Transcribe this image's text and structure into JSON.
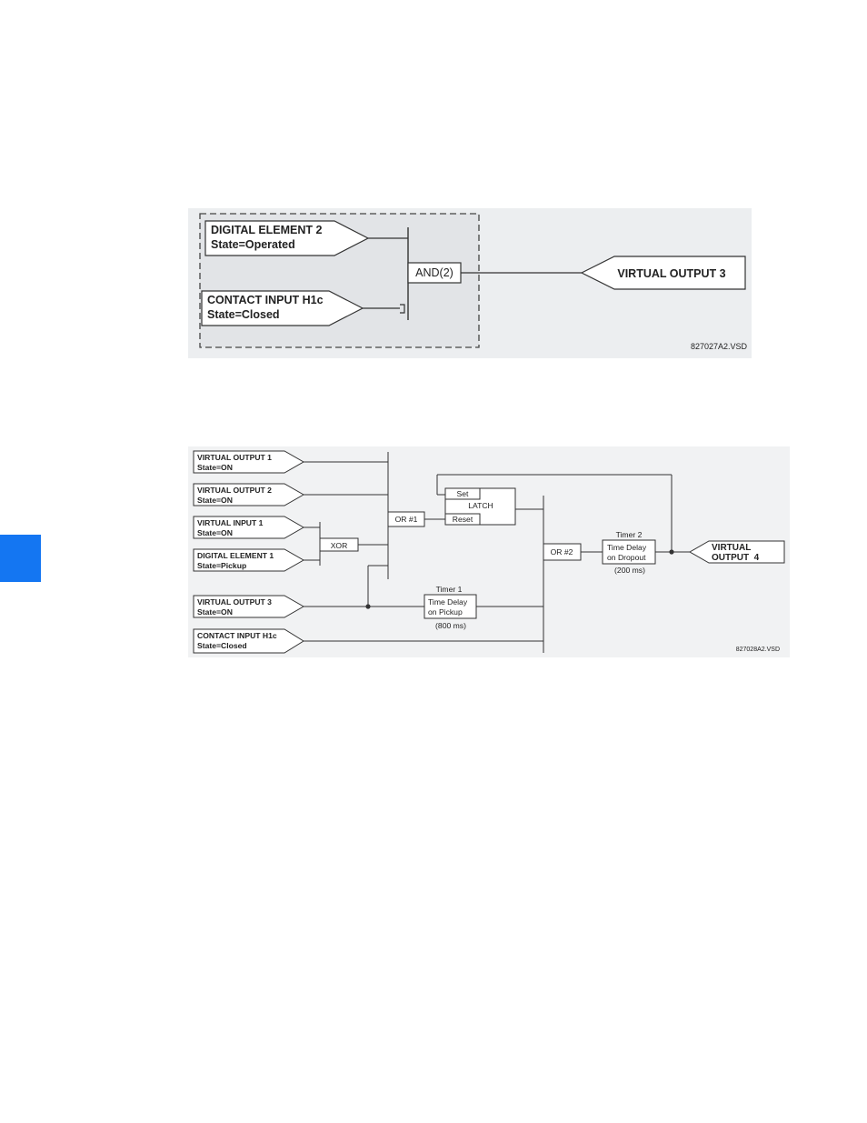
{
  "side_tab": {
    "color": "#1476f2"
  },
  "diagram1": {
    "background": "#e8eaed",
    "inputs": [
      {
        "line1": "DIGITAL ELEMENT 2",
        "line2": "State=Operated"
      },
      {
        "line1": "CONTACT INPUT H1c",
        "line2": "State=Closed"
      }
    ],
    "gate": "AND(2)",
    "output": "VIRTUAL OUTPUT 3",
    "code": "827027A2.VSD"
  },
  "diagram2": {
    "inputs": [
      {
        "line1": "VIRTUAL OUTPUT 1",
        "line2": "State=ON"
      },
      {
        "line1": "VIRTUAL OUTPUT 2",
        "line2": "State=ON"
      },
      {
        "line1": "VIRTUAL INPUT 1",
        "line2": "State=ON"
      },
      {
        "line1": "DIGITAL ELEMENT 1",
        "line2": "State=Pickup"
      },
      {
        "line1": "VIRTUAL OUTPUT 3",
        "line2": "State=ON"
      },
      {
        "line1": "CONTACT INPUT H1c",
        "line2": "State=Closed"
      }
    ],
    "xor": "XOR",
    "or1": "OR #1",
    "or2": "OR #2",
    "latch": {
      "set": "Set",
      "label": "LATCH",
      "reset": "Reset"
    },
    "timer1": {
      "title": "Timer 1",
      "line1": "Time Delay",
      "line2": "on Pickup",
      "delay": "(800 ms)"
    },
    "timer2": {
      "title": "Timer 2",
      "line1": "Time Delay",
      "line2": "on Dropout",
      "delay": "(200 ms)"
    },
    "output": {
      "line1": "VIRTUAL",
      "line2": "OUTPUT  4"
    },
    "code": "827028A2.VSD"
  }
}
